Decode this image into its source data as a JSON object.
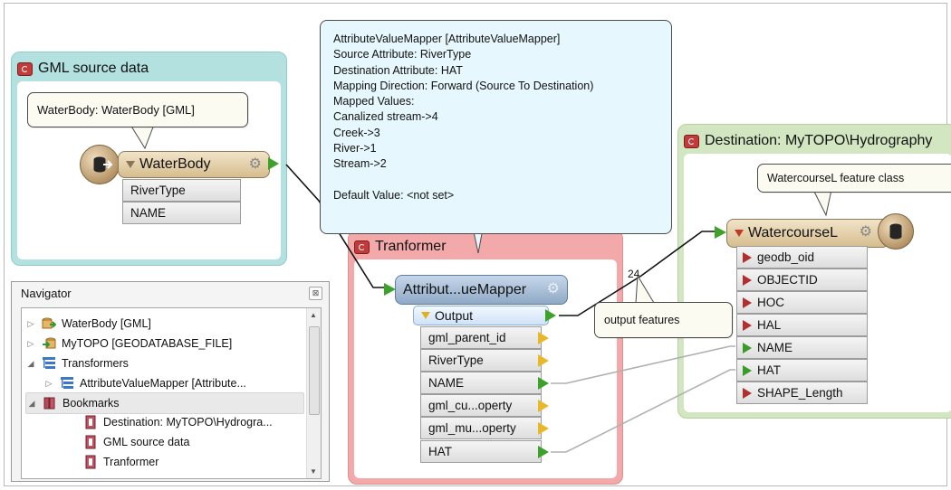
{
  "bookmarks": {
    "gml_source": "GML source data",
    "transformer": "Tranformer",
    "destination": "Destination: MyTOPO\\Hydrography"
  },
  "callouts": {
    "waterbody": "WaterBody: WaterBody [GML]",
    "watercourse": "WatercourseL feature class",
    "output": "output features"
  },
  "tooltip": {
    "lines": [
      "AttributeValueMapper [AttributeValueMapper]",
      "Source Attribute: RiverType",
      "Destination Attribute: HAT",
      "Mapping Direction: Forward (Source To Destination)",
      "Mapped Values:",
      "Canalized stream->4",
      "Creek->3",
      "River->1",
      "Stream->2",
      "",
      "Default Value: <not set>"
    ]
  },
  "reader": {
    "name": "WaterBody",
    "attributes": [
      "RiverType",
      "NAME"
    ]
  },
  "transformer_node": {
    "name": "Attribut...ueMapper",
    "output_label": "Output",
    "attributes": [
      "gml_parent_id",
      "RiverType",
      "NAME",
      "gml_cu...operty",
      "gml_mu...operty",
      "HAT"
    ]
  },
  "writer": {
    "name": "WatercourseL",
    "attributes": [
      "geodb_oid",
      "OBJECTID",
      "HOC",
      "HAL",
      "NAME",
      "HAT",
      "SHAPE_Length"
    ]
  },
  "connections": {
    "count_in": "24",
    "count_out": "24"
  },
  "navigator": {
    "title": "Navigator",
    "close_glyph": "⊠",
    "items": [
      "WaterBody [GML]",
      "MyTOPO [GEODATABASE_FILE]",
      "Transformers",
      "AttributeValueMapper [Attribute...",
      "Bookmarks",
      "Destination: MyTOPO\\Hydrogra...",
      "GML source data",
      "Tranformer"
    ]
  },
  "colors": {
    "gml_bookmark": "#b2e1e0",
    "transformer_bookmark": "#f3a9a9",
    "destination_bookmark": "#d1e6c1",
    "tooltip_bg": "#e6f7fd",
    "feature_type": "#d6bd8f",
    "transformer_header": "#8fa9c6"
  }
}
